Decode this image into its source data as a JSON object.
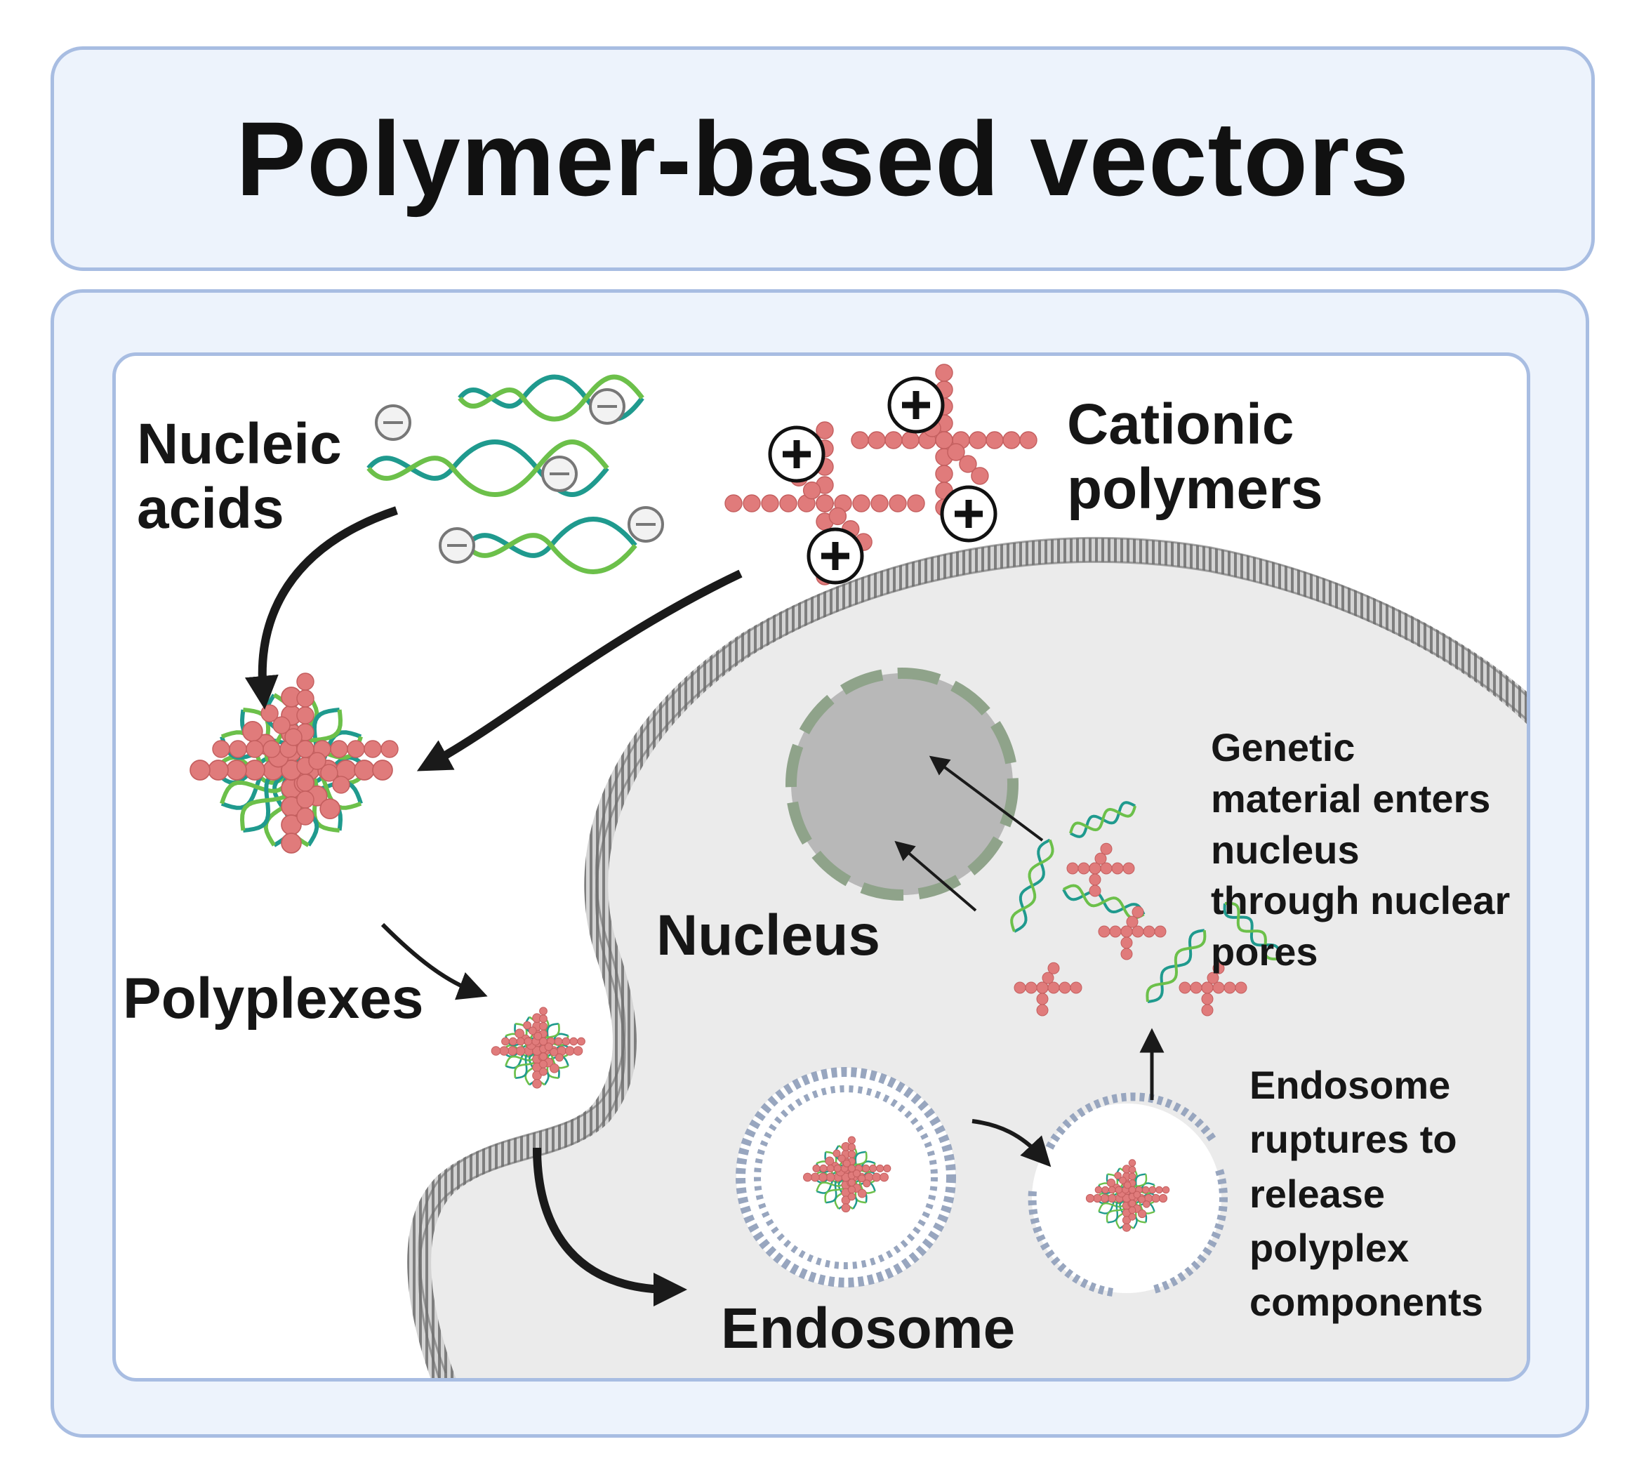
{
  "title": "Polymer-based vectors",
  "labels": {
    "nucleic_acids": [
      "Nucleic",
      "acids"
    ],
    "cationic_polymers": [
      "Cationic",
      "polymers"
    ],
    "polyplexes": "Polyplexes",
    "nucleus": "Nucleus",
    "endosome": "Endosome",
    "genetic_material": [
      "Genetic",
      "material enters",
      "nucleus",
      "through nuclear",
      "pores"
    ],
    "endosome_ruptures": [
      "Endosome",
      "ruptures to",
      "release",
      "polyplex",
      "components"
    ]
  },
  "colors": {
    "panel_fill": "#edf3fc",
    "panel_border": "#a8bde2",
    "polymer": "#e07b7b",
    "dna_dark": "#1f9a8e",
    "dna_light": "#6cc04a",
    "cell_fill": "#ebebeb",
    "membrane": "#8c8c8c",
    "nucleus": "#b8b8b8",
    "nucleus_envelope": "#8fa38a",
    "endosome_membrane": "#98a6bf"
  }
}
